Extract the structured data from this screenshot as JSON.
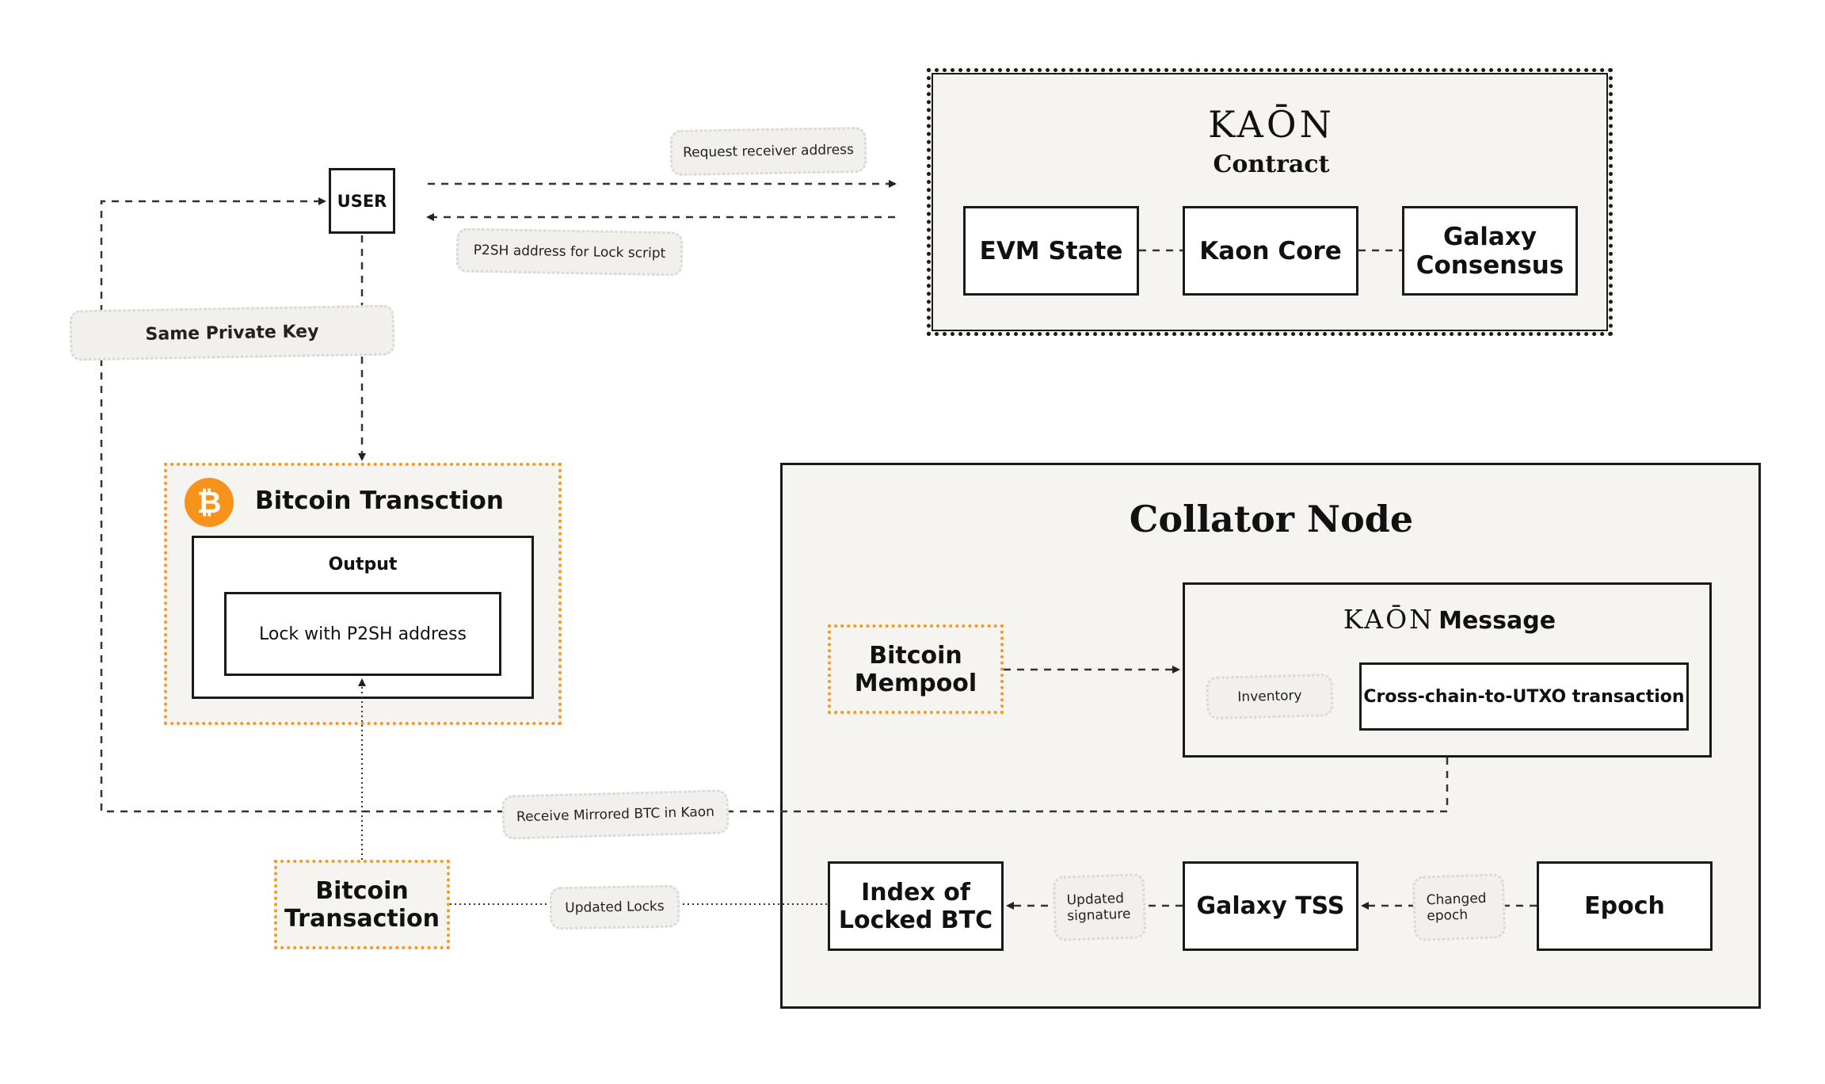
{
  "contract": {
    "brand": "KAŌN",
    "title": "Contract",
    "boxes": [
      "EVM State",
      "Kaon Core",
      "Galaxy Consensus"
    ]
  },
  "user": {
    "label": "USER"
  },
  "labels": {
    "request_receiver": "Request receiver address",
    "p2sh_lock": "P2SH address for Lock script",
    "same_private_key": "Same Private Key",
    "receive_mirrored": "Receive Mirrored BTC in Kaon",
    "updated_locks": "Updated Locks",
    "updated_signature": "Updated signature",
    "changed_epoch": "Changed epoch",
    "inventory": "Inventory"
  },
  "bitcoin_tx": {
    "title": "Bitcoin Transction",
    "output": "Output",
    "lock": "Lock with P2SH address",
    "icon": "bitcoin-icon",
    "icon_color": "#f7931a"
  },
  "collator": {
    "title": "Collator Node",
    "mempool": "Bitcoin Mempool",
    "message_brand": "KAŌN",
    "message": "Message",
    "cross_chain": "Cross-chain-to-UTXO transaction",
    "index_locked": "Index of Locked BTC",
    "galaxy_tss": "Galaxy TSS",
    "epoch": "Epoch"
  },
  "bitcoin_transaction": {
    "label": "Bitcoin Transaction"
  },
  "colors": {
    "panel": "#f5f4f0",
    "orange": "#f29b1d",
    "stroke": "#1a1a1a"
  }
}
